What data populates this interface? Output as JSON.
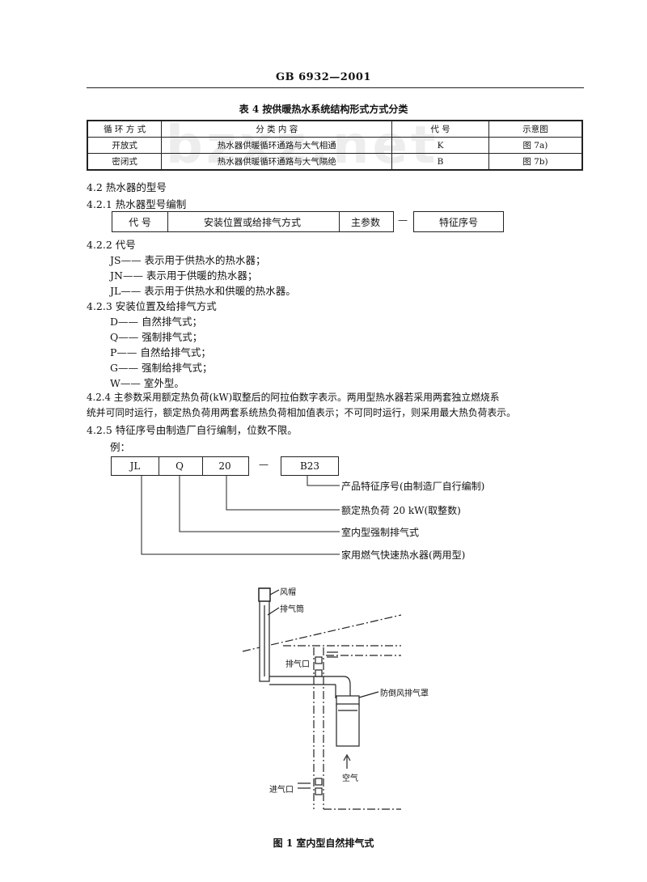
{
  "header": {
    "standard": "GB 6932—2001"
  },
  "watermark": "bzxz.net",
  "table4": {
    "caption": "表 4   按供暖热水系统结构形式方式分类",
    "headers": [
      "循 环 方 式",
      "分 类 内 容",
      "代   号",
      "示意图"
    ],
    "rows": [
      [
        "开放式",
        "热水器供暖循环通路与大气相通",
        "K",
        "图 7a)"
      ],
      [
        "密闭式",
        "热水器供暖循环通路与大气隔绝",
        "B",
        "图 7b)"
      ]
    ]
  },
  "s42": "4.2  热水器的型号",
  "s421": "4.2.1  热水器型号编制",
  "model_boxes": {
    "code": "代   号",
    "install": "安装位置或给排气方式",
    "param": "主参数",
    "dash": "—",
    "feature": "特征序号"
  },
  "s422": "4.2.2  代号",
  "codes": [
    "JS—— 表示用于供热水的热水器；",
    "JN—— 表示用于供暖的热水器；",
    "JL—— 表示用于供热水和供暖的热水器。"
  ],
  "s423": "4.2.3  安装位置及给排气方式",
  "modes": [
    "D—— 自然排气式；",
    "Q—— 强制排气式；",
    "P—— 自然给排气式；",
    "G—— 强制给排气式；",
    "W—— 室外型。"
  ],
  "s424_line1": "4.2.4  主参数采用额定热负荷(kW)取整后的阿拉伯数字表示。两用型热水器若采用两套独立燃烧系",
  "s424_line2": "统并可同时运行，额定热负荷用两套系统热负荷相加值表示；不可同时运行，则采用最大热负荷表示。",
  "s425": "4.2.5  特征序号由制造厂自行编制，位数不限。",
  "example": {
    "label": "例：",
    "boxes": [
      "JL",
      "Q",
      "20"
    ],
    "dash": "—",
    "feature": "B23",
    "notes": [
      "产品特征序号(由制造厂自行编制)",
      "额定热负荷 20 kW(取整数)",
      "室内型强制排气式",
      "家用燃气快速热水器(两用型)"
    ]
  },
  "figure": {
    "labels": {
      "hood": "风帽",
      "flue": "排气筒",
      "exhaust_port": "排气口",
      "draft_hood": "防倒风排气罩",
      "air": "空气",
      "intake_port": "进气口"
    },
    "caption": "图 1   室内型自然排气式"
  }
}
